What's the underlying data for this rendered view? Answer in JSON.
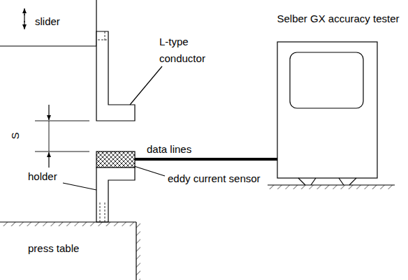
{
  "diagram": {
    "nodes": [
      {
        "text": [
          "Selber GX accuracy tester"
        ]
      }
    ],
    "labels": [
      "slider",
      "L-type conductor",
      "S",
      "data lines",
      "eddy current sensor",
      "holder",
      "press table"
    ]
  }
}
